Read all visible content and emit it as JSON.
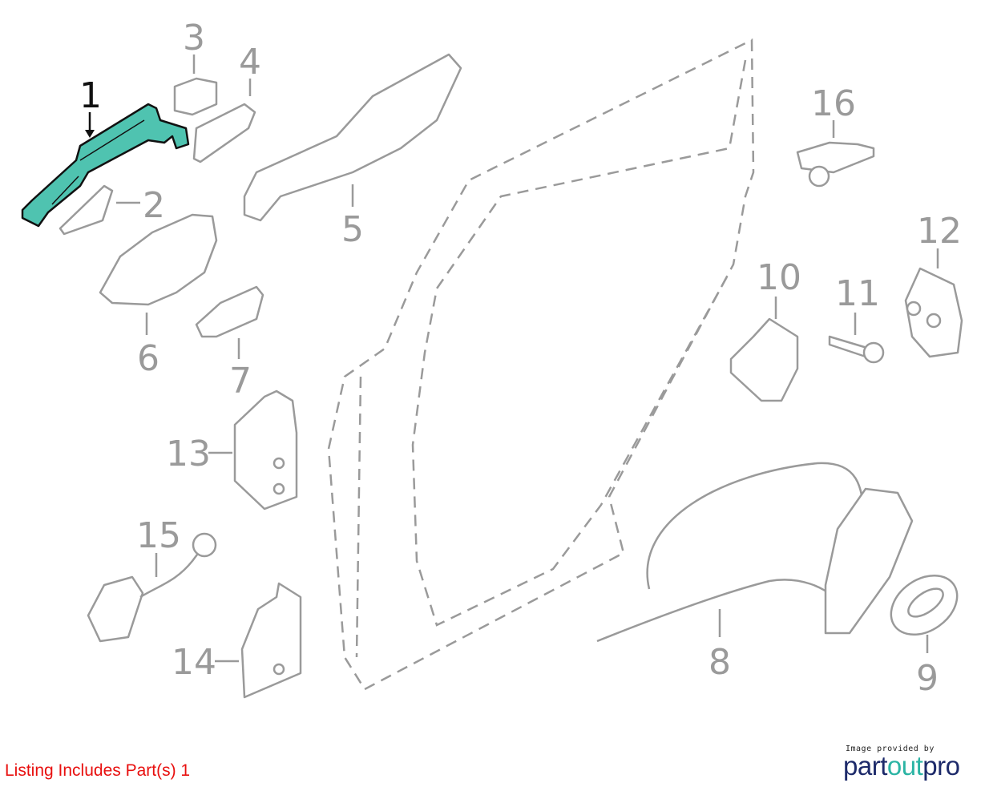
{
  "diagram": {
    "highlight_color": "#4fc3b0",
    "line_color": "#9a9a9a",
    "parts": [
      {
        "number": "1",
        "highlighted": true
      },
      {
        "number": "2",
        "highlighted": false
      },
      {
        "number": "3",
        "highlighted": false
      },
      {
        "number": "4",
        "highlighted": false
      },
      {
        "number": "5",
        "highlighted": false
      },
      {
        "number": "6",
        "highlighted": false
      },
      {
        "number": "7",
        "highlighted": false
      },
      {
        "number": "8",
        "highlighted": false
      },
      {
        "number": "9",
        "highlighted": false
      },
      {
        "number": "10",
        "highlighted": false
      },
      {
        "number": "11",
        "highlighted": false
      },
      {
        "number": "12",
        "highlighted": false
      },
      {
        "number": "13",
        "highlighted": false
      },
      {
        "number": "14",
        "highlighted": false
      },
      {
        "number": "15",
        "highlighted": false
      },
      {
        "number": "16",
        "highlighted": false
      }
    ]
  },
  "caption": "Listing Includes Part(s) 1",
  "credit": {
    "text": "Image provided by",
    "logo_a": "part",
    "logo_b": "out",
    "logo_c": "pro"
  }
}
